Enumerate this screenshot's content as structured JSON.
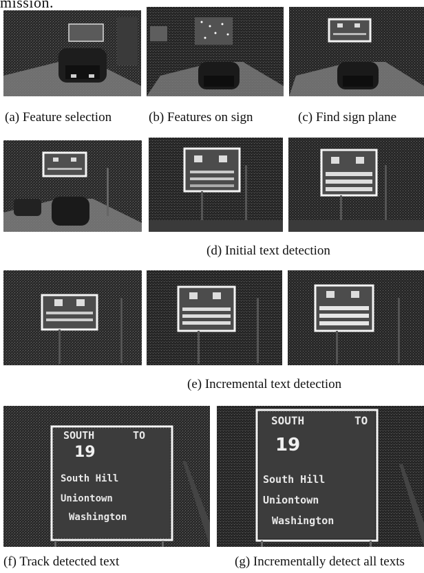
{
  "cut_off_heading": "mission.",
  "captions": {
    "a": "(a) Feature selection",
    "b": "(b) Features on sign",
    "c": "(c) Find sign plane",
    "d": "(d) Initial text detection",
    "e": "(e) Incremental text detection",
    "f": "(f) Track detected text",
    "g": "(g) Incrementally detect all texts"
  },
  "sign_text": {
    "header_left": "SOUTH",
    "header_right": "TO",
    "route": "19",
    "line1": "South Hill",
    "line2": "Uniontown",
    "line3": "Washington"
  },
  "colors": {
    "dark_bg": "#1b1b1b",
    "road": "#8a8a8a",
    "sign": "#4a4a4a",
    "highlight": "#f2f2f2"
  }
}
